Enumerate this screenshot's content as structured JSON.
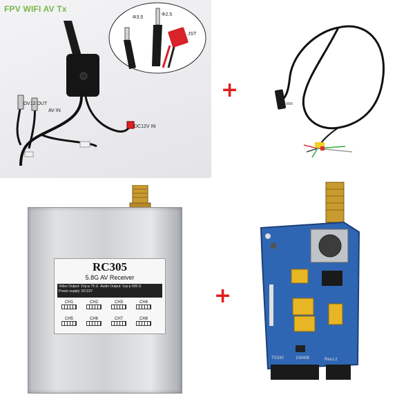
{
  "transmitter": {
    "title": "FPV WIFI AV Tx",
    "plug_35": "Φ3.5",
    "plug_25": "Φ2.5",
    "jst": "JST",
    "dv12_out": "DV12 OUT",
    "av_in": "AV IN",
    "dc12v_in": "DC12V IN"
  },
  "receiver": {
    "model": "RC305",
    "subtitle": "5.8G AV Receiver",
    "video_output": "Video Output: 1Vp-p  75 Ω",
    "audio_output": "Audio Output: 1vp-p  600 Ω",
    "power_supply": "Power supply: DC12V",
    "channels": [
      "CH1",
      "CH2",
      "CH3",
      "CH4",
      "CH5",
      "CH6",
      "CH7",
      "CH8"
    ]
  },
  "board": {
    "part_label": "TS330",
    "date_code": "100408",
    "revision": "Rev.L2"
  },
  "plus_signs": [
    "+",
    "+"
  ],
  "colors": {
    "title_green": "#7ab648",
    "plus_red": "#e21b1b",
    "pcb_blue": "#2f66b3",
    "capacitor_yellow": "#e8b624"
  }
}
